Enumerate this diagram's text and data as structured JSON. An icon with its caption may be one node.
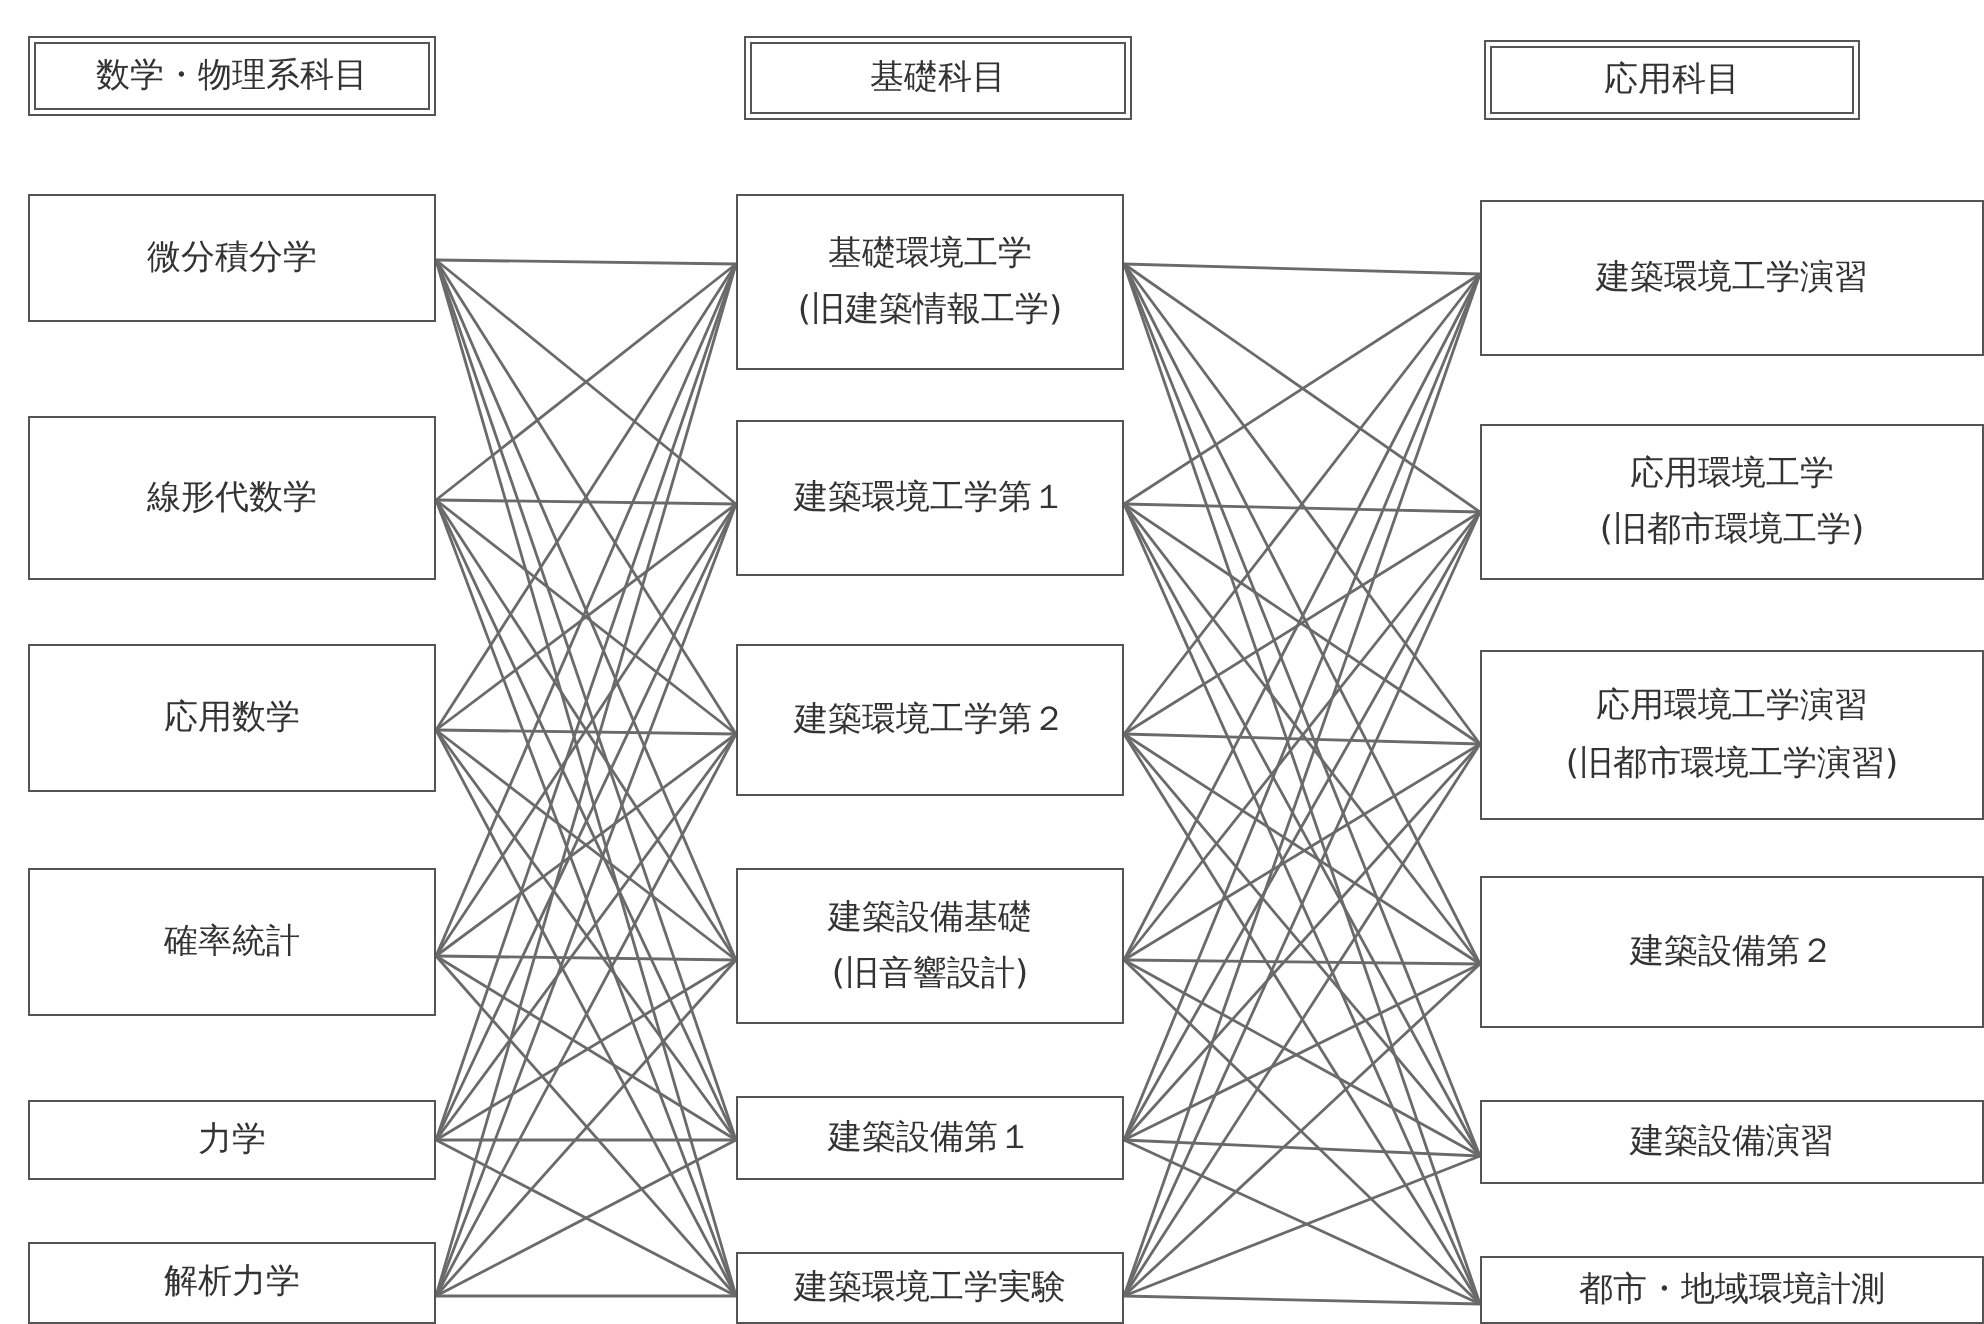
{
  "diagram": {
    "nodes": [
      {
        "text": [
          "数学・物理系科目"
        ]
      },
      {
        "text": [
          "基礎科目"
        ]
      },
      {
        "text": [
          "応用科目"
        ]
      },
      {
        "text": [
          "微分積分学"
        ]
      },
      {
        "text": [
          "線形代数学"
        ]
      },
      {
        "text": [
          "応用数学"
        ]
      },
      {
        "text": [
          "確率統計"
        ]
      },
      {
        "text": [
          "力学"
        ]
      },
      {
        "text": [
          "解析力学"
        ]
      },
      {
        "text": [
          "基礎環境工学",
          "(旧建築情報工学)"
        ]
      },
      {
        "text": [
          "建築環境工学第１"
        ]
      },
      {
        "text": [
          "建築環境工学第２"
        ]
      },
      {
        "text": [
          "建築設備基礎",
          "(旧音響設計)"
        ]
      },
      {
        "text": [
          "建築設備第１"
        ]
      },
      {
        "text": [
          "建築環境工学実験"
        ]
      },
      {
        "text": [
          "建築環境工学演習"
        ]
      },
      {
        "text": [
          "応用環境工学",
          "(旧都市環境工学)"
        ]
      },
      {
        "text": [
          "応用環境工学演習",
          "(旧都市環境工学演習)"
        ]
      },
      {
        "text": [
          "建築設備第２"
        ]
      },
      {
        "text": [
          "建築設備演習"
        ]
      },
      {
        "text": [
          "都市・地域環境計測"
        ]
      }
    ],
    "edges": [
      {
        "from": 3,
        "to": 9,
        "arrow": "none"
      },
      {
        "from": 3,
        "to": 10,
        "arrow": "none"
      },
      {
        "from": 3,
        "to": 11,
        "arrow": "none"
      },
      {
        "from": 3,
        "to": 12,
        "arrow": "none"
      },
      {
        "from": 3,
        "to": 13,
        "arrow": "none"
      },
      {
        "from": 3,
        "to": 14,
        "arrow": "none"
      },
      {
        "from": 4,
        "to": 9,
        "arrow": "none"
      },
      {
        "from": 4,
        "to": 10,
        "arrow": "none"
      },
      {
        "from": 4,
        "to": 11,
        "arrow": "none"
      },
      {
        "from": 4,
        "to": 12,
        "arrow": "none"
      },
      {
        "from": 4,
        "to": 13,
        "arrow": "none"
      },
      {
        "from": 4,
        "to": 14,
        "arrow": "none"
      },
      {
        "from": 5,
        "to": 9,
        "arrow": "none"
      },
      {
        "from": 5,
        "to": 10,
        "arrow": "none"
      },
      {
        "from": 5,
        "to": 11,
        "arrow": "none"
      },
      {
        "from": 5,
        "to": 12,
        "arrow": "none"
      },
      {
        "from": 5,
        "to": 13,
        "arrow": "none"
      },
      {
        "from": 5,
        "to": 14,
        "arrow": "none"
      },
      {
        "from": 6,
        "to": 9,
        "arrow": "none"
      },
      {
        "from": 6,
        "to": 10,
        "arrow": "none"
      },
      {
        "from": 6,
        "to": 11,
        "arrow": "none"
      },
      {
        "from": 6,
        "to": 12,
        "arrow": "none"
      },
      {
        "from": 6,
        "to": 13,
        "arrow": "none"
      },
      {
        "from": 6,
        "to": 14,
        "arrow": "none"
      },
      {
        "from": 7,
        "to": 9,
        "arrow": "none"
      },
      {
        "from": 7,
        "to": 10,
        "arrow": "none"
      },
      {
        "from": 7,
        "to": 11,
        "arrow": "none"
      },
      {
        "from": 7,
        "to": 12,
        "arrow": "none"
      },
      {
        "from": 7,
        "to": 13,
        "arrow": "none"
      },
      {
        "from": 7,
        "to": 14,
        "arrow": "none"
      },
      {
        "from": 8,
        "to": 9,
        "arrow": "none"
      },
      {
        "from": 8,
        "to": 10,
        "arrow": "none"
      },
      {
        "from": 8,
        "to": 11,
        "arrow": "none"
      },
      {
        "from": 8,
        "to": 12,
        "arrow": "none"
      },
      {
        "from": 8,
        "to": 13,
        "arrow": "none"
      },
      {
        "from": 8,
        "to": 14,
        "arrow": "none"
      },
      {
        "from": 9,
        "to": 15,
        "arrow": "none"
      },
      {
        "from": 9,
        "to": 16,
        "arrow": "none"
      },
      {
        "from": 9,
        "to": 17,
        "arrow": "none"
      },
      {
        "from": 9,
        "to": 18,
        "arrow": "none"
      },
      {
        "from": 9,
        "to": 19,
        "arrow": "none"
      },
      {
        "from": 9,
        "to": 20,
        "arrow": "none"
      },
      {
        "from": 10,
        "to": 15,
        "arrow": "none"
      },
      {
        "from": 10,
        "to": 16,
        "arrow": "none"
      },
      {
        "from": 10,
        "to": 17,
        "arrow": "none"
      },
      {
        "from": 10,
        "to": 18,
        "arrow": "none"
      },
      {
        "from": 10,
        "to": 19,
        "arrow": "none"
      },
      {
        "from": 10,
        "to": 20,
        "arrow": "none"
      },
      {
        "from": 11,
        "to": 15,
        "arrow": "none"
      },
      {
        "from": 11,
        "to": 16,
        "arrow": "none"
      },
      {
        "from": 11,
        "to": 17,
        "arrow": "none"
      },
      {
        "from": 11,
        "to": 18,
        "arrow": "none"
      },
      {
        "from": 11,
        "to": 19,
        "arrow": "none"
      },
      {
        "from": 11,
        "to": 20,
        "arrow": "none"
      },
      {
        "from": 12,
        "to": 15,
        "arrow": "none"
      },
      {
        "from": 12,
        "to": 16,
        "arrow": "none"
      },
      {
        "from": 12,
        "to": 17,
        "arrow": "none"
      },
      {
        "from": 12,
        "to": 18,
        "arrow": "none"
      },
      {
        "from": 12,
        "to": 19,
        "arrow": "none"
      },
      {
        "from": 12,
        "to": 20,
        "arrow": "none"
      },
      {
        "from": 13,
        "to": 15,
        "arrow": "none"
      },
      {
        "from": 13,
        "to": 16,
        "arrow": "none"
      },
      {
        "from": 13,
        "to": 17,
        "arrow": "none"
      },
      {
        "from": 13,
        "to": 18,
        "arrow": "none"
      },
      {
        "from": 13,
        "to": 19,
        "arrow": "none"
      },
      {
        "from": 13,
        "to": 20,
        "arrow": "none"
      },
      {
        "from": 14,
        "to": 15,
        "arrow": "none"
      },
      {
        "from": 14,
        "to": 16,
        "arrow": "none"
      },
      {
        "from": 14,
        "to": 17,
        "arrow": "none"
      },
      {
        "from": 14,
        "to": 18,
        "arrow": "none"
      },
      {
        "from": 14,
        "to": 19,
        "arrow": "none"
      },
      {
        "from": 14,
        "to": 20,
        "arrow": "none"
      }
    ]
  }
}
